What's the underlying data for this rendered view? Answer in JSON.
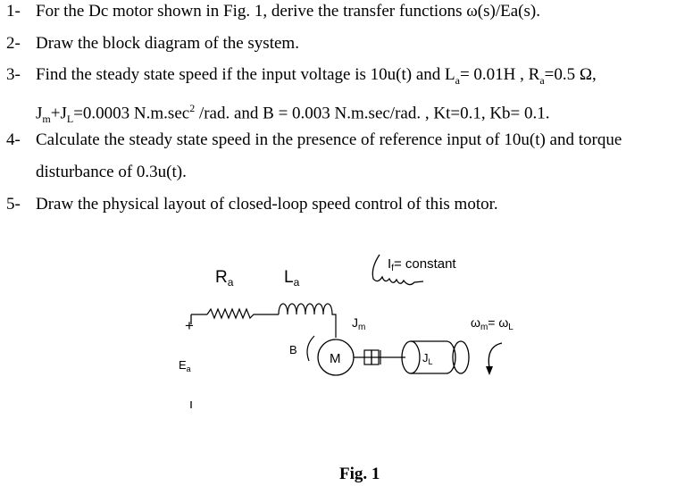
{
  "questions": [
    {
      "num": "1-",
      "text": "For the Dc motor shown in Fig. 1, derive the transfer functions ω(s)/Ea(s)."
    },
    {
      "num": "2-",
      "text": "Draw the block diagram of the system."
    },
    {
      "num": "3-",
      "text_a": "Find the steady state speed if the input voltage is 10u(t) and L",
      "sub_a": "a",
      "text_b": "= 0.01H , R",
      "sub_b": "a",
      "text_c": "=0.5 Ω,",
      "line2_a": "J",
      "line2_sub_m": "m",
      "line2_b": "+J",
      "line2_sub_l": "L",
      "line2_c": "=0.0003 N.m.sec",
      "line2_sup": "2",
      "line2_d": " /rad. and B = 0.003 N.m.sec/rad. , Kt=0.1, Kb= 0.1."
    },
    {
      "num": "4-",
      "text": "Calculate the steady state speed in the presence of reference input of 10u(t) and torque",
      "line2": "disturbance of 0.3u(t)."
    },
    {
      "num": "5-",
      "text": "Draw the physical layout of closed-loop speed control of this motor."
    }
  ],
  "figure": {
    "caption": "Fig. 1",
    "ra": "R",
    "ra_sub": "a",
    "la": "L",
    "la_sub": "a",
    "if_label": "I",
    "if_sub": "f",
    "if_rest": "= constant",
    "jm": "J",
    "jm_sub": "m",
    "omega_label": "ω",
    "omega_sub_m": "m",
    "omega_eq": "= ω",
    "omega_sub_l": "L",
    "b_label": "B",
    "m_label": "M",
    "jl": "J",
    "jl_sub": "L",
    "ea": "E",
    "ea_sub": "a",
    "plus": "+",
    "minus": "-"
  }
}
